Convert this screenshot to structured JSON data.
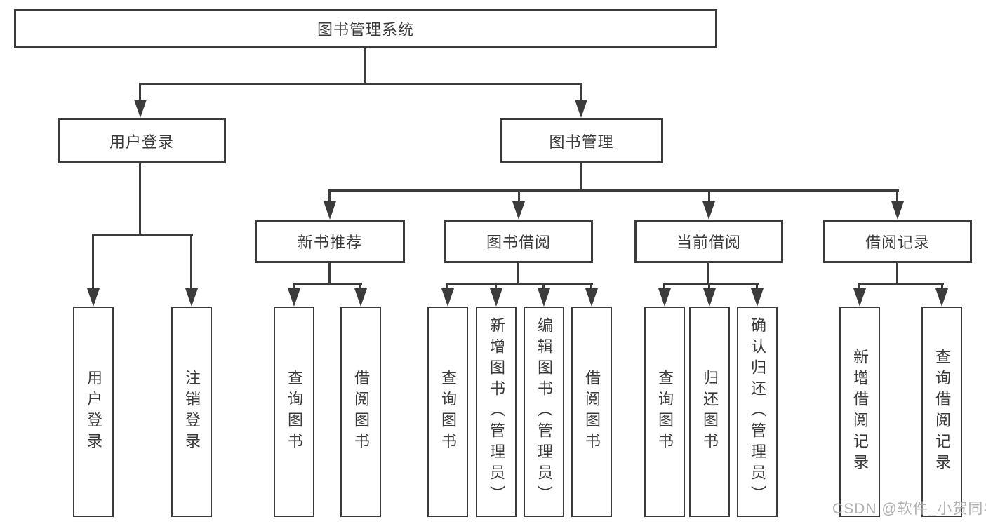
{
  "tree": {
    "root": "图书管理系统",
    "branches": [
      {
        "label": "用户登录",
        "children": [
          {
            "label": "用户登录"
          },
          {
            "label": "注销登录"
          }
        ]
      },
      {
        "label": "图书管理",
        "children": [
          {
            "label": "新书推荐",
            "children": [
              {
                "label": "查询图书"
              },
              {
                "label": "借阅图书"
              }
            ]
          },
          {
            "label": "图书借阅",
            "children": [
              {
                "label": "查询图书"
              },
              {
                "label": "新增图书（管理员）"
              },
              {
                "label": "编辑图书（管理员）"
              },
              {
                "label": "借阅图书"
              }
            ]
          },
          {
            "label": "当前借阅",
            "children": [
              {
                "label": "查询图书"
              },
              {
                "label": "归还图书"
              },
              {
                "label": "确认归还（管理员）"
              }
            ]
          },
          {
            "label": "借阅记录",
            "children": [
              {
                "label": "新增借阅记录"
              },
              {
                "label": "查询借阅记录"
              }
            ]
          }
        ]
      }
    ]
  },
  "watermark": "CSDN @软件_小贺同学",
  "colors": {
    "line": "#3b3b3b",
    "watermark": "#a8a8a8"
  }
}
